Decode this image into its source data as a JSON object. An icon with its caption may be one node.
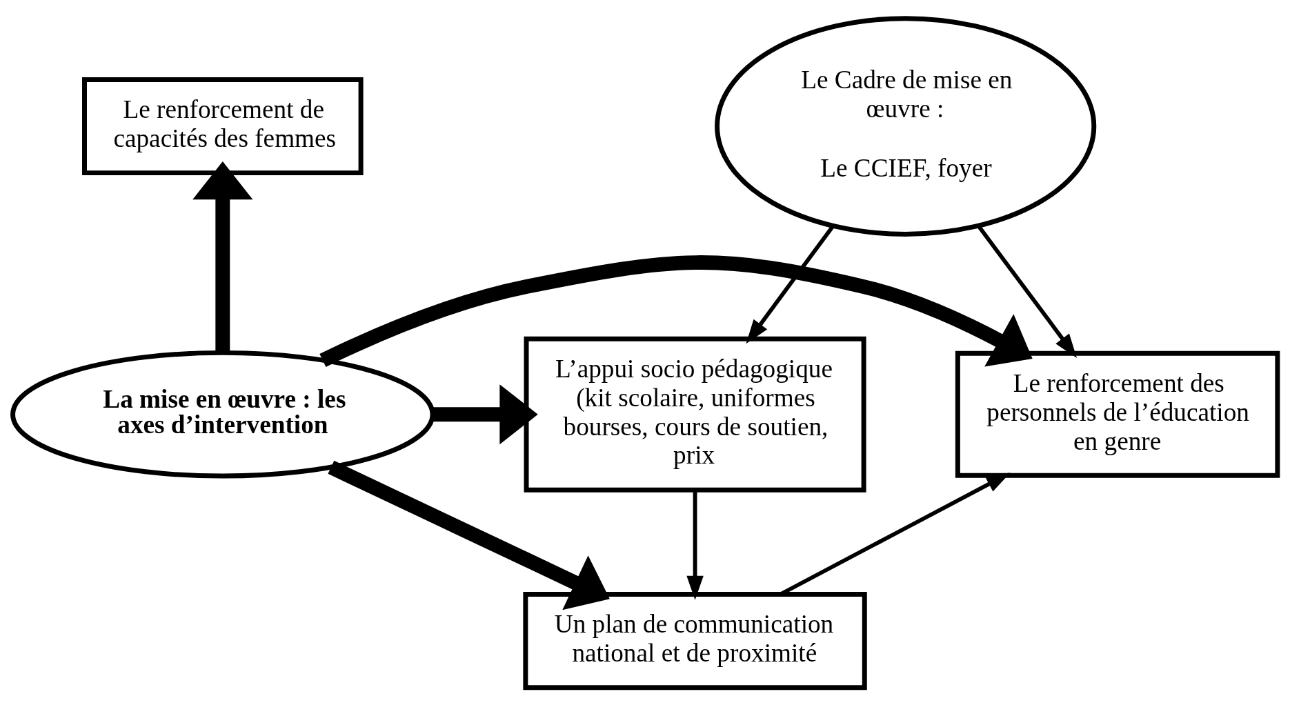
{
  "diagram": {
    "nodes": [
      {
        "text": [
          "Le Cadre de mise en œuvre :",
          "Le CCIEF, foyer"
        ]
      },
      {
        "text": [
          "Le renforcement de capacités des femmes"
        ]
      },
      {
        "text": [
          "L’appui socio pédagogique (kit scolaire, uniformes bourses, cours de soutien, prix"
        ]
      },
      {
        "text": [
          "La mise en œuvre : les axes d’intervention"
        ]
      },
      {
        "text": [
          "Le renforcement des personnels de l’éducation en genre"
        ]
      },
      {
        "text": [
          "Un plan de communication national et de proximité"
        ]
      }
    ],
    "edges": [
      {
        "from": 0,
        "to": 2,
        "arrow": "to"
      },
      {
        "from": 0,
        "to": 4,
        "arrow": "to"
      },
      {
        "from": 3,
        "to": 1,
        "arrow": "to",
        "style": "thick"
      },
      {
        "from": 3,
        "to": 2,
        "arrow": "to",
        "style": "thick"
      },
      {
        "from": 3,
        "to": 4,
        "arrow": "to",
        "style": "thick"
      },
      {
        "from": 3,
        "to": 5,
        "arrow": "to",
        "style": "thick"
      },
      {
        "from": 2,
        "to": 5,
        "arrow": "to"
      },
      {
        "from": 5,
        "to": 4,
        "arrow": "to"
      }
    ]
  }
}
